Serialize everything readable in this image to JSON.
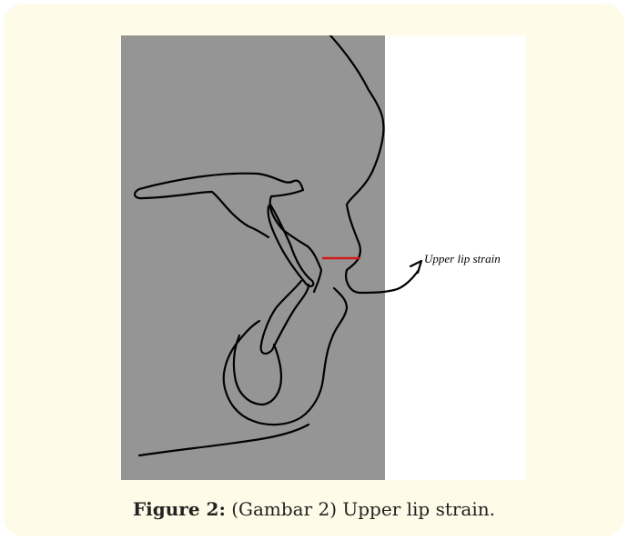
{
  "figure": {
    "annotation": "Upper lip strain",
    "caption_label": "Figure 2:",
    "caption_text": " (Gambar 2) Upper lip strain."
  }
}
